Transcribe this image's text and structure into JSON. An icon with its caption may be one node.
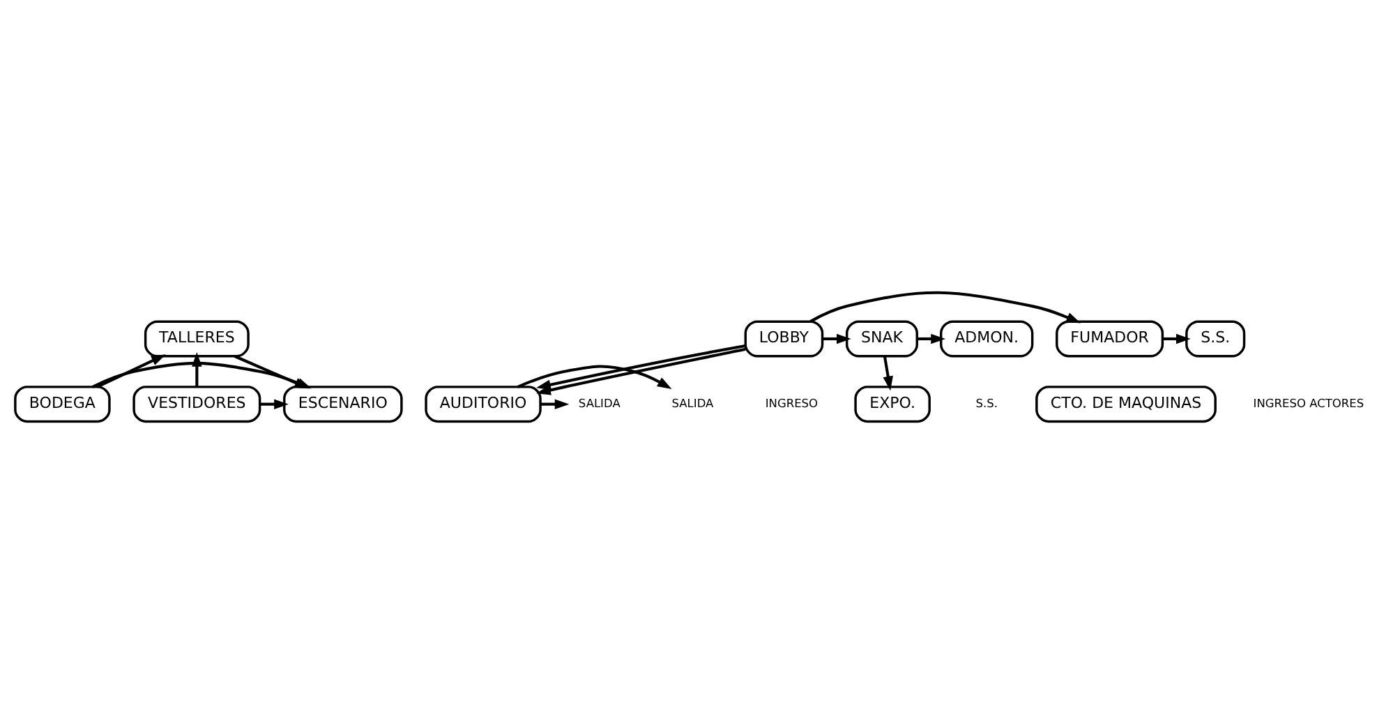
{
  "diagram": {
    "nodes": [
      {
        "text": [
          "TALLERES"
        ]
      },
      {
        "text": [
          "BODEGA"
        ]
      },
      {
        "text": [
          "VESTIDORES"
        ]
      },
      {
        "text": [
          "ESCENARIO"
        ]
      },
      {
        "text": [
          "AUDITORIO"
        ]
      },
      {
        "text": [
          "CTO. DE MAQUINAS"
        ]
      },
      {
        "text": [
          "EXPO."
        ]
      },
      {
        "text": [
          "S.S."
        ]
      },
      {
        "text": [
          "FUMADOR"
        ]
      },
      {
        "text": [
          "LOBBY"
        ]
      },
      {
        "text": [
          "SNAK"
        ]
      },
      {
        "text": [
          "ADMON."
        ]
      },
      {
        "text": [
          "SALIDA"
        ]
      },
      {
        "text": [
          "SALIDA"
        ]
      }
    ],
    "edges": [
      {
        "from": 1,
        "to": 0,
        "arrow": "to"
      },
      {
        "from": 2,
        "to": 0,
        "arrow": "to"
      },
      {
        "from": 0,
        "to": 3,
        "arrow": "to"
      },
      {
        "from": 1,
        "to": 3,
        "arrow": "to"
      },
      {
        "from": 2,
        "to": 3,
        "arrow": "to"
      },
      {
        "from": 4,
        "to": 12,
        "arrow": "to"
      },
      {
        "from": 4,
        "to": 13,
        "arrow": "to"
      },
      {
        "from": 9,
        "to": 4,
        "arrow": "to"
      },
      {
        "from": 9,
        "to": 4,
        "arrow": "to"
      },
      {
        "from": 9,
        "to": 8,
        "arrow": "to"
      },
      {
        "from": 8,
        "to": 7,
        "arrow": "to"
      },
      {
        "from": 9,
        "to": 10,
        "arrow": "to"
      },
      {
        "from": 10,
        "to": 11,
        "arrow": "to"
      },
      {
        "from": 10,
        "to": 6,
        "arrow": "to"
      }
    ],
    "labels": [
      "INGRESO ACTORES",
      "INGRESO",
      "S.S."
    ]
  }
}
